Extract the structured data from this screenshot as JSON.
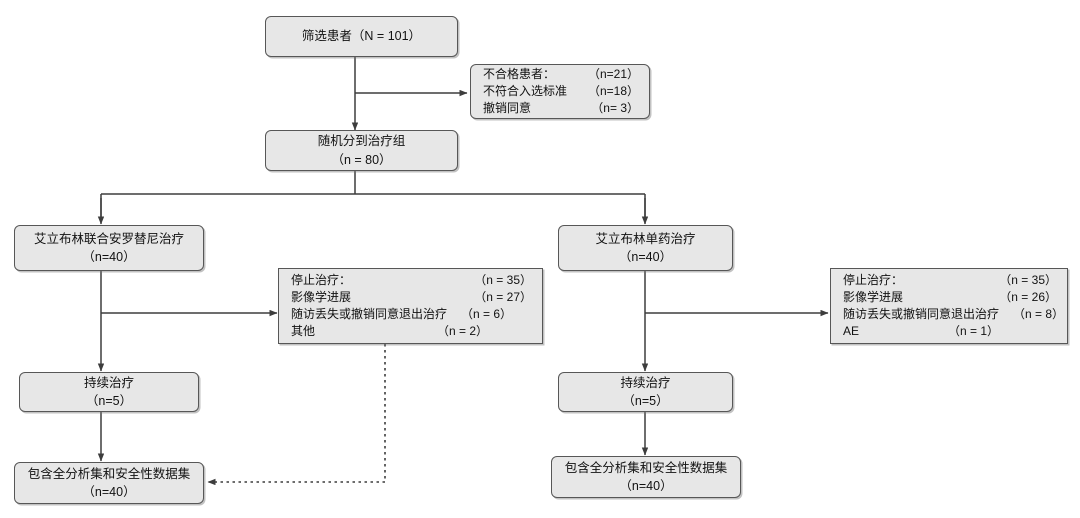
{
  "chart_data": {
    "type": "diagram",
    "title": "CONSORT-style patient flow diagram",
    "language": "zh-CN",
    "nodes": [
      {
        "id": "screened",
        "label": "筛选患者（N = 101）",
        "lines": [
          "筛选患者（N = 101）"
        ],
        "n": 101
      },
      {
        "id": "excluded",
        "label": "不合格患者",
        "rows": [
          {
            "label": "不合格患者：",
            "count": "（n=21）"
          },
          {
            "label": "不符合入选标准",
            "count": "（n=18）"
          },
          {
            "label": "撤销同意",
            "count": "（n= 3）"
          }
        ]
      },
      {
        "id": "randomized",
        "lines": [
          "随机分到治疗组",
          "（n = 80）"
        ],
        "n": 80
      },
      {
        "id": "arm-combo",
        "lines": [
          "艾立布林联合安罗替尼治疗",
          "（n=40）"
        ],
        "n": 40
      },
      {
        "id": "arm-mono",
        "lines": [
          "艾立布林单药治疗",
          "（n=40）"
        ],
        "n": 40
      },
      {
        "id": "discontinued-left",
        "rows": [
          {
            "label": "停止治疗：",
            "count": "（n = 35）"
          },
          {
            "label": "影像学进展",
            "count": "（n = 27）"
          },
          {
            "label": "随访丢失或撤销同意退出治疗",
            "count": "（n = 6）",
            "wide": true
          },
          {
            "label": "其他",
            "count": "（n = 2）"
          }
        ]
      },
      {
        "id": "discontinued-right",
        "rows": [
          {
            "label": "停止治疗：",
            "count": "（n = 35）"
          },
          {
            "label": "影像学进展",
            "count": "（n = 26）"
          },
          {
            "label": "随访丢失或撤销同意退出治疗",
            "count": "（n = 8）",
            "wide": true
          },
          {
            "label": "AE",
            "count": "（n = 1）",
            "underline": true
          }
        ]
      },
      {
        "id": "ongoing-left",
        "lines": [
          "持续治疗",
          "（n=5）"
        ],
        "n": 5
      },
      {
        "id": "ongoing-right",
        "lines": [
          "持续治疗",
          "（n=5）"
        ],
        "n": 5
      },
      {
        "id": "analysis-left",
        "lines": [
          "包含全分析集和安全性数据集",
          "（n=40）"
        ],
        "n": 40
      },
      {
        "id": "analysis-right",
        "lines": [
          "包含全分析集和安全性数据集",
          "（n=40）"
        ],
        "n": 40
      }
    ],
    "edges": [
      {
        "from": "screened",
        "to": "randomized",
        "style": "solid"
      },
      {
        "from": "screened",
        "to": "excluded",
        "style": "solid"
      },
      {
        "from": "randomized",
        "to": "arm-combo",
        "style": "solid"
      },
      {
        "from": "randomized",
        "to": "arm-mono",
        "style": "solid"
      },
      {
        "from": "arm-combo",
        "to": "discontinued-left",
        "style": "solid"
      },
      {
        "from": "arm-combo",
        "to": "ongoing-left",
        "style": "solid"
      },
      {
        "from": "arm-mono",
        "to": "discontinued-right",
        "style": "solid"
      },
      {
        "from": "arm-mono",
        "to": "ongoing-right",
        "style": "solid"
      },
      {
        "from": "ongoing-left",
        "to": "analysis-left",
        "style": "solid"
      },
      {
        "from": "ongoing-right",
        "to": "analysis-right",
        "style": "solid"
      },
      {
        "from": "discontinued-left",
        "to": "analysis-left",
        "style": "dotted"
      }
    ],
    "colors": {
      "node_fill": "#e7e7e7",
      "node_border": "#575757",
      "edge": "#3d3d3d",
      "text": "#111111",
      "background": "#ffffff"
    }
  },
  "nodes": {
    "screened": {
      "line1": "筛选患者（N = 101）"
    },
    "excluded": {
      "r0_label": "不合格患者：",
      "r0_count": "（n=21）",
      "r1_label": "不符合入选标准",
      "r1_count": "（n=18）",
      "r2_label": "撤销同意",
      "r2_count": "（n= 3）"
    },
    "randomized": {
      "line1": "随机分到治疗组",
      "line2": "（n = 80）"
    },
    "arm_combo": {
      "line1": "艾立布林联合安罗替尼治疗",
      "line2": "（n=40）"
    },
    "arm_mono": {
      "line1": "艾立布林单药治疗",
      "line2": "（n=40）"
    },
    "disc_left": {
      "r0_label": "停止治疗：",
      "r0_count": "（n = 35）",
      "r1_label": "影像学进展",
      "r1_count": "（n = 27）",
      "r2_label": "随访丢失或撤销同意退出治疗",
      "r2_count": "（n = 6）",
      "r3_label": "其他",
      "r3_count": "（n = 2）"
    },
    "disc_right": {
      "r0_label": "停止治疗：",
      "r0_count": "（n = 35）",
      "r1_label": "影像学进展",
      "r1_count": "（n = 26）",
      "r2_label": "随访丢失或撤销同意退出治疗",
      "r2_count": "（n = 8）",
      "r3_label": "AE",
      "r3_count": "（n = 1）"
    },
    "ongoing_left": {
      "line1": "持续治疗",
      "line2": "（n=5）"
    },
    "ongoing_right": {
      "line1": "持续治疗",
      "line2": "（n=5）"
    },
    "analysis_left": {
      "line1": "包含全分析集和安全性数据集",
      "line2": "（n=40）"
    },
    "analysis_right": {
      "line1": "包含全分析集和安全性数据集",
      "line2": "（n=40）"
    }
  }
}
